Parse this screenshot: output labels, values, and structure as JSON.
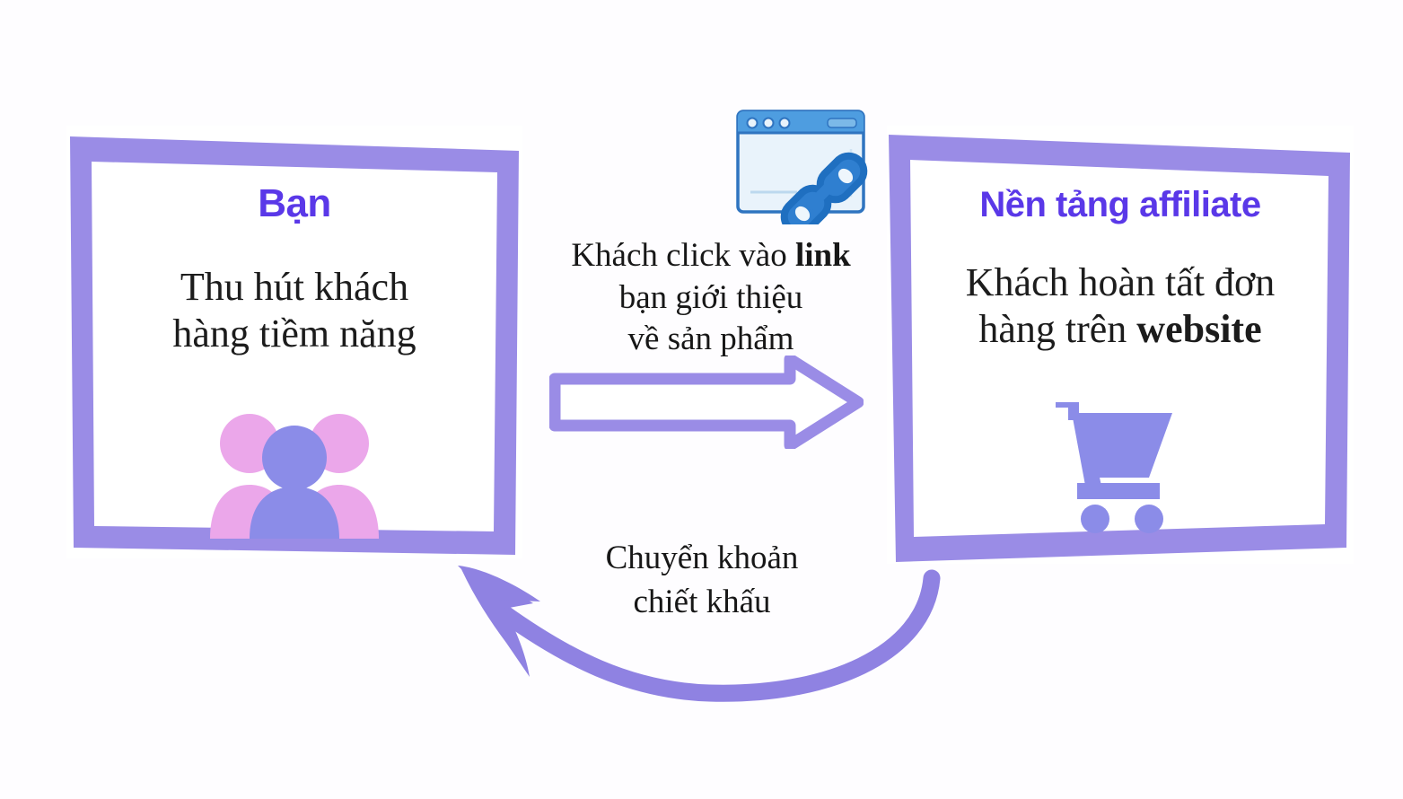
{
  "diagram": {
    "title_alt": "Affiliate marketing flow",
    "colors": {
      "accent_purple": "#5a38e8",
      "frame_purple": "#9a8ce6",
      "arrow_purple": "#8f82e2",
      "icon_pink": "#eaa6e8",
      "icon_purple": "#8b8ce8",
      "icon_blue": "#2f74c0",
      "browser_bar_blue": "#4e9de0",
      "text_dark": "#171717",
      "background": "#fefdff"
    }
  },
  "left_box": {
    "title": "Bạn",
    "body_line1": "Thu hút khách",
    "body_line2": "hàng tiềm năng",
    "icon": "people-group-icon"
  },
  "right_box": {
    "title": "Nền tảng affiliate",
    "body_line1": "Khách hoàn tất đơn",
    "body_line2_plain": "hàng trên ",
    "body_line2_bold": "website",
    "icon": "shopping-cart-icon"
  },
  "center": {
    "icon": "browser-link-icon",
    "line1_plain": "Khách click vào ",
    "line1_bold": "link",
    "line2": "bạn giới thiệu",
    "line3": "về sản phẩm",
    "arrow": "arrow-right-outline"
  },
  "bottom": {
    "line1": "Chuyển khoản",
    "line2": "chiết khấu",
    "arrow": "arrow-curved-left"
  }
}
